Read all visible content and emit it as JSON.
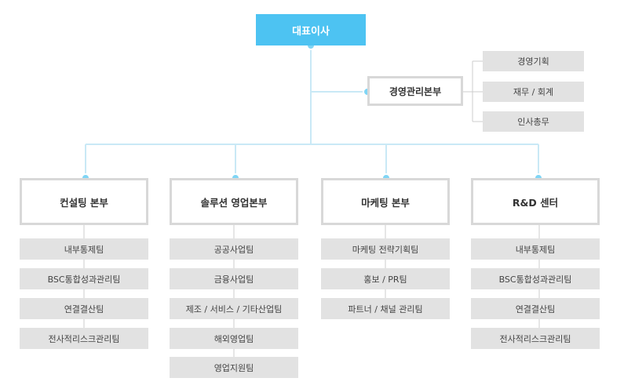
{
  "ceo": {
    "label": "대표이사"
  },
  "management": {
    "label": "경영관리본부",
    "subunits": [
      "경영기획",
      "재무 / 회계",
      "인사총무"
    ]
  },
  "divisions": [
    {
      "label": "컨설팅 본부",
      "teams": [
        "내부통제팀",
        "BSC통합성과관리팀",
        "연결결산팀",
        "전사적리스크관리팀"
      ]
    },
    {
      "label": "솔루션 영업본부",
      "teams": [
        "공공사업팀",
        "금융사업팀",
        "제조 / 서비스 / 기타산업팀",
        "해외영업팀",
        "영업지원팀"
      ]
    },
    {
      "label": "마케팅 본부",
      "teams": [
        "마케팅 전략기획팀",
        "홍보 / PR팀",
        "파트너 / 채널 관리팀"
      ]
    },
    {
      "label": "R&D 센터",
      "teams": [
        "내부통제팀",
        "BSC통합성과관리팀",
        "연결결산팀",
        "전사적리스크관리팀"
      ]
    }
  ],
  "colors": {
    "accent": "#4dc3f2",
    "line": "#c9e9f6",
    "box": "#e2e2e2",
    "border": "#d8d8d8"
  }
}
